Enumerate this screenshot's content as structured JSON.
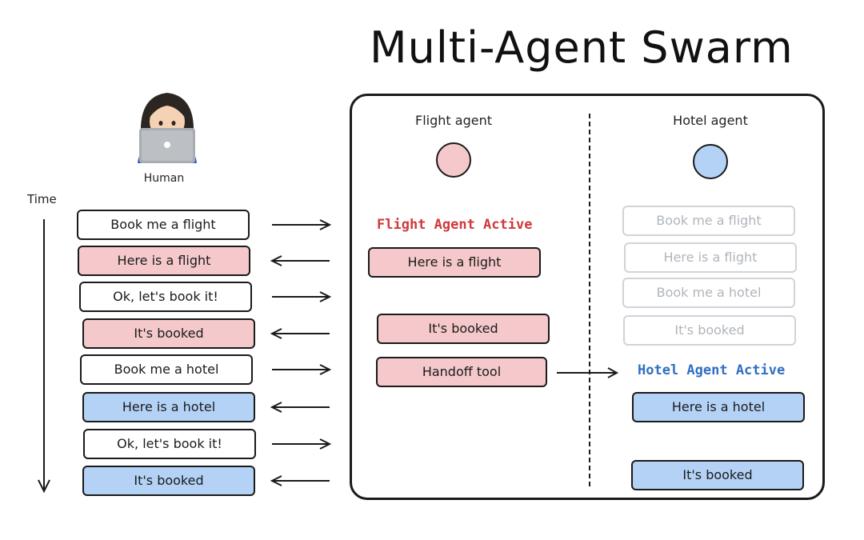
{
  "title": "Multi-Agent Swarm",
  "human": {
    "label": "Human"
  },
  "time": {
    "label": "Time"
  },
  "conversation": [
    {
      "text": "Book me a flight",
      "style": "white",
      "direction": "to-agent"
    },
    {
      "text": "Here is a flight",
      "style": "pink",
      "direction": "to-human"
    },
    {
      "text": "Ok, let's book it!",
      "style": "white",
      "direction": "to-agent"
    },
    {
      "text": "It's booked",
      "style": "pink",
      "direction": "to-human"
    },
    {
      "text": "Book me a hotel",
      "style": "white",
      "direction": "to-agent"
    },
    {
      "text": "Here is a hotel",
      "style": "blue",
      "direction": "to-human"
    },
    {
      "text": "Ok, let's book it!",
      "style": "white",
      "direction": "to-agent"
    },
    {
      "text": "It's booked",
      "style": "blue",
      "direction": "to-human"
    }
  ],
  "flight_agent": {
    "label": "Flight agent",
    "color": "#f5c9cc",
    "status": "Flight Agent Active",
    "status_color": "#d0393c",
    "messages": [
      "Here is a flight",
      "It's booked",
      "Handoff tool"
    ]
  },
  "hotel_agent": {
    "label": "Hotel agent",
    "color": "#b4d2f6",
    "status": "Hotel Agent Active",
    "status_color": "#2f6fc0",
    "history": [
      "Book me a flight",
      "Here is a flight",
      "Book me a hotel",
      "It's booked"
    ],
    "messages": [
      "Here is a hotel",
      "It's booked"
    ]
  },
  "icons": {
    "avatar": "woman-technologist-icon",
    "arrow": "arrow-icon"
  }
}
